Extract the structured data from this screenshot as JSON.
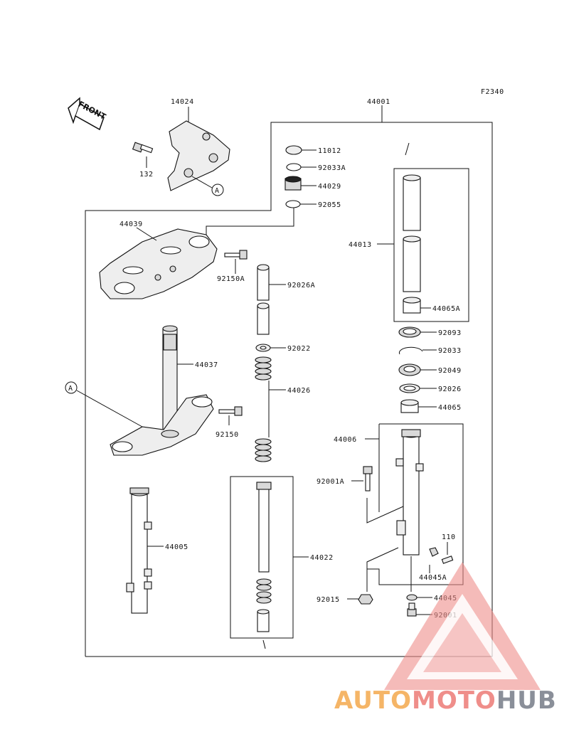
{
  "figure_code": "F2340",
  "front_label": "FRONT",
  "ref_marker": "A",
  "parts": {
    "p44001": "44001",
    "p14024": "14024",
    "p132": "132",
    "p11012": "11012",
    "p92033A": "92033A",
    "p44029": "44029",
    "p92055": "92055",
    "p44039": "44039",
    "p92150A": "92150A",
    "p92026A": "92026A",
    "p44013": "44013",
    "p44065A": "44065A",
    "p92093": "92093",
    "p92033": "92033",
    "p92049": "92049",
    "p92026": "92026",
    "p44065": "44065",
    "p92022": "92022",
    "p44037": "44037",
    "p44026": "44026",
    "p92150": "92150",
    "p44006": "44006",
    "p92001A": "92001A",
    "p44005": "44005",
    "p44022": "44022",
    "p110": "110",
    "p44045A": "44045A",
    "p92015": "92015",
    "p44045": "44045",
    "p92001": "92001"
  },
  "watermark": {
    "part1": "AUTO",
    "part2": "MOTO",
    "part3": "HUB",
    "color1": "#f5b567",
    "color2": "#ef8e8a",
    "color3": "#8a8f99"
  }
}
